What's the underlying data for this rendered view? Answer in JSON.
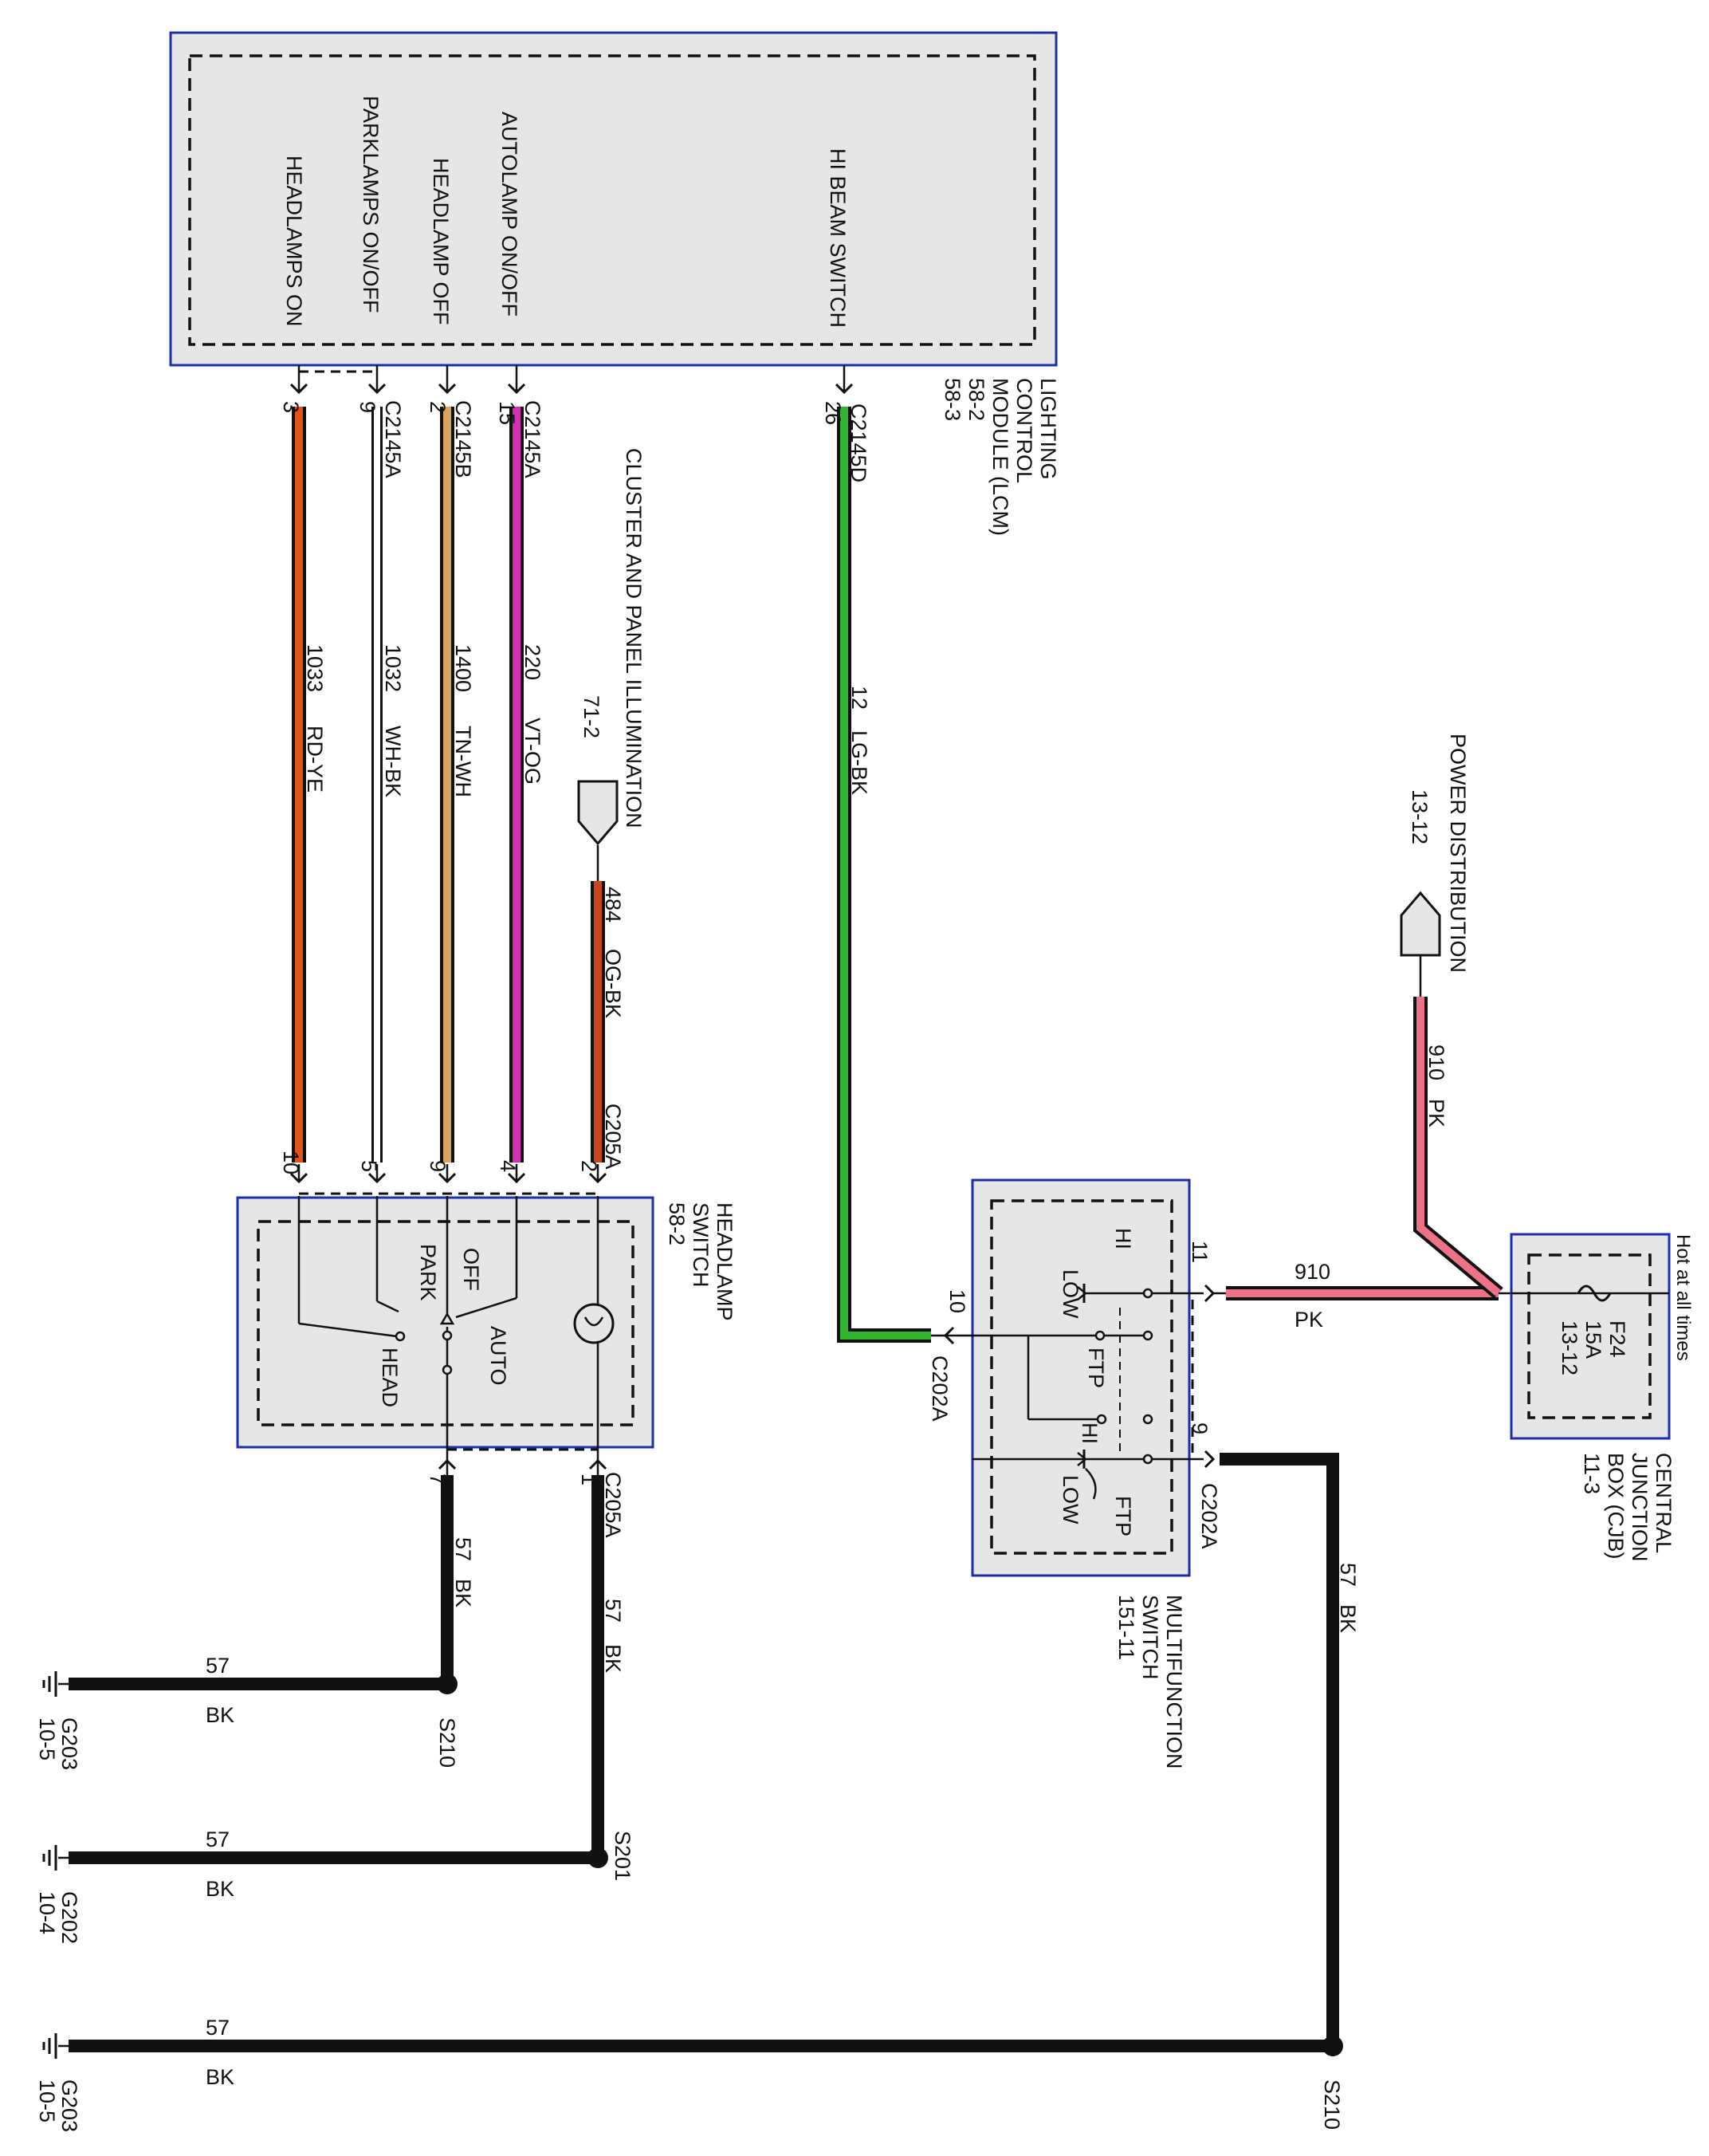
{
  "lcm": {
    "title_lines": [
      "LIGHTING",
      "CONTROL",
      "MODULE (LCM)",
      "58-2",
      "58-3"
    ],
    "functions": {
      "headlamps_on": "HEADLAMPS ON",
      "parklamps": "PARKLAMPS ON/OFF",
      "headlamp_off": "HEADLAMP OFF",
      "autolamp": "AUTOLAMP ON/OFF",
      "hi_beam": "HI BEAM SWITCH"
    }
  },
  "wires": {
    "w1033": {
      "connector": "",
      "pin_top": "3",
      "circuit": "1033",
      "color_code": "RD-YE",
      "pin_bottom": "10"
    },
    "w1032": {
      "connector": "C2145A",
      "pin_top": "9",
      "circuit": "1032",
      "color_code": "WH-BK",
      "pin_bottom": "5"
    },
    "w1400": {
      "connector": "C2145B",
      "pin_top": "2",
      "circuit": "1400",
      "color_code": "TN-WH",
      "pin_bottom": "9"
    },
    "w220": {
      "connector": "C2145A",
      "pin_top": "15",
      "circuit": "220",
      "color_code": "VT-OG",
      "pin_bottom": "4"
    },
    "w484": {
      "circuit": "484",
      "color_code": "OG-BK",
      "pin_bottom": "2",
      "connector_bottom": "C205A"
    },
    "w12": {
      "connector": "C2145D",
      "pin_top": "26",
      "circuit": "12",
      "color_code": "LG-BK"
    }
  },
  "cluster": {
    "label": "CLUSTER AND PANEL ILLUMINATION",
    "ref": "71-2"
  },
  "power": {
    "label": "POWER DISTRIBUTION",
    "ref": "13-12",
    "circuit": "910",
    "color_code": "PK"
  },
  "headlamp_switch": {
    "title_lines": [
      "HEADLAMP",
      "SWITCH",
      "58-2"
    ],
    "positions": {
      "off": "OFF",
      "park": "PARK",
      "auto": "AUTO",
      "head": "HEAD"
    },
    "bottom_connector": "C205A",
    "bottom_pin_left": "7",
    "bottom_pin_right": "1"
  },
  "multifunction": {
    "title_lines": [
      "MULTIFUNCTION",
      "SWITCH",
      "151-11"
    ],
    "labels": {
      "hi1": "HI",
      "low1": "LOW",
      "ftp1": "FTP",
      "hi2": "HI",
      "low2": "LOW",
      "ftp2": "FTP"
    },
    "pin_left": "10",
    "connector_left": "C202A",
    "pin_right_top": "11",
    "pin_right_bottom": "9",
    "connector_right": "C202A"
  },
  "cjb": {
    "hot_label": "Hot at all times",
    "fuse_lines": [
      "F24",
      "15A",
      "13-12"
    ],
    "title_lines": [
      "CENTRAL",
      "JUNCTION",
      "BOX (CJB)",
      "11-3"
    ]
  },
  "wire910": {
    "circuit": "910",
    "color_code": "PK"
  },
  "grounds": {
    "w57_a": {
      "circuit": "57",
      "color_code": "BK"
    },
    "w57_b": {
      "circuit": "57",
      "color_code": "BK"
    },
    "w57_c": {
      "circuit": "57",
      "color_code": "BK"
    },
    "g1": {
      "circuit": "57",
      "color_code": "BK",
      "ground": "G203",
      "ref": "10-5",
      "splice": "S210"
    },
    "g2": {
      "circuit": "57",
      "color_code": "BK",
      "ground": "G202",
      "ref": "10-4",
      "splice": "S201"
    },
    "g3": {
      "circuit": "57",
      "color_code": "BK",
      "ground": "G203",
      "ref": "10-5",
      "splice": "S210"
    }
  },
  "colors": {
    "component_border": "#1d2fa6",
    "component_fill": "#e6e6e6",
    "wire_rd_ye": "#e2531a",
    "wire_wh_bk": "#ffffff",
    "wire_tn_wh": "#d9a45b",
    "wire_vt_og": "#d22fb4",
    "wire_og_bk": "#c8461c",
    "wire_lg_bk": "#2fb52f",
    "wire_pk": "#ee7287",
    "wire_bk": "#111111"
  }
}
